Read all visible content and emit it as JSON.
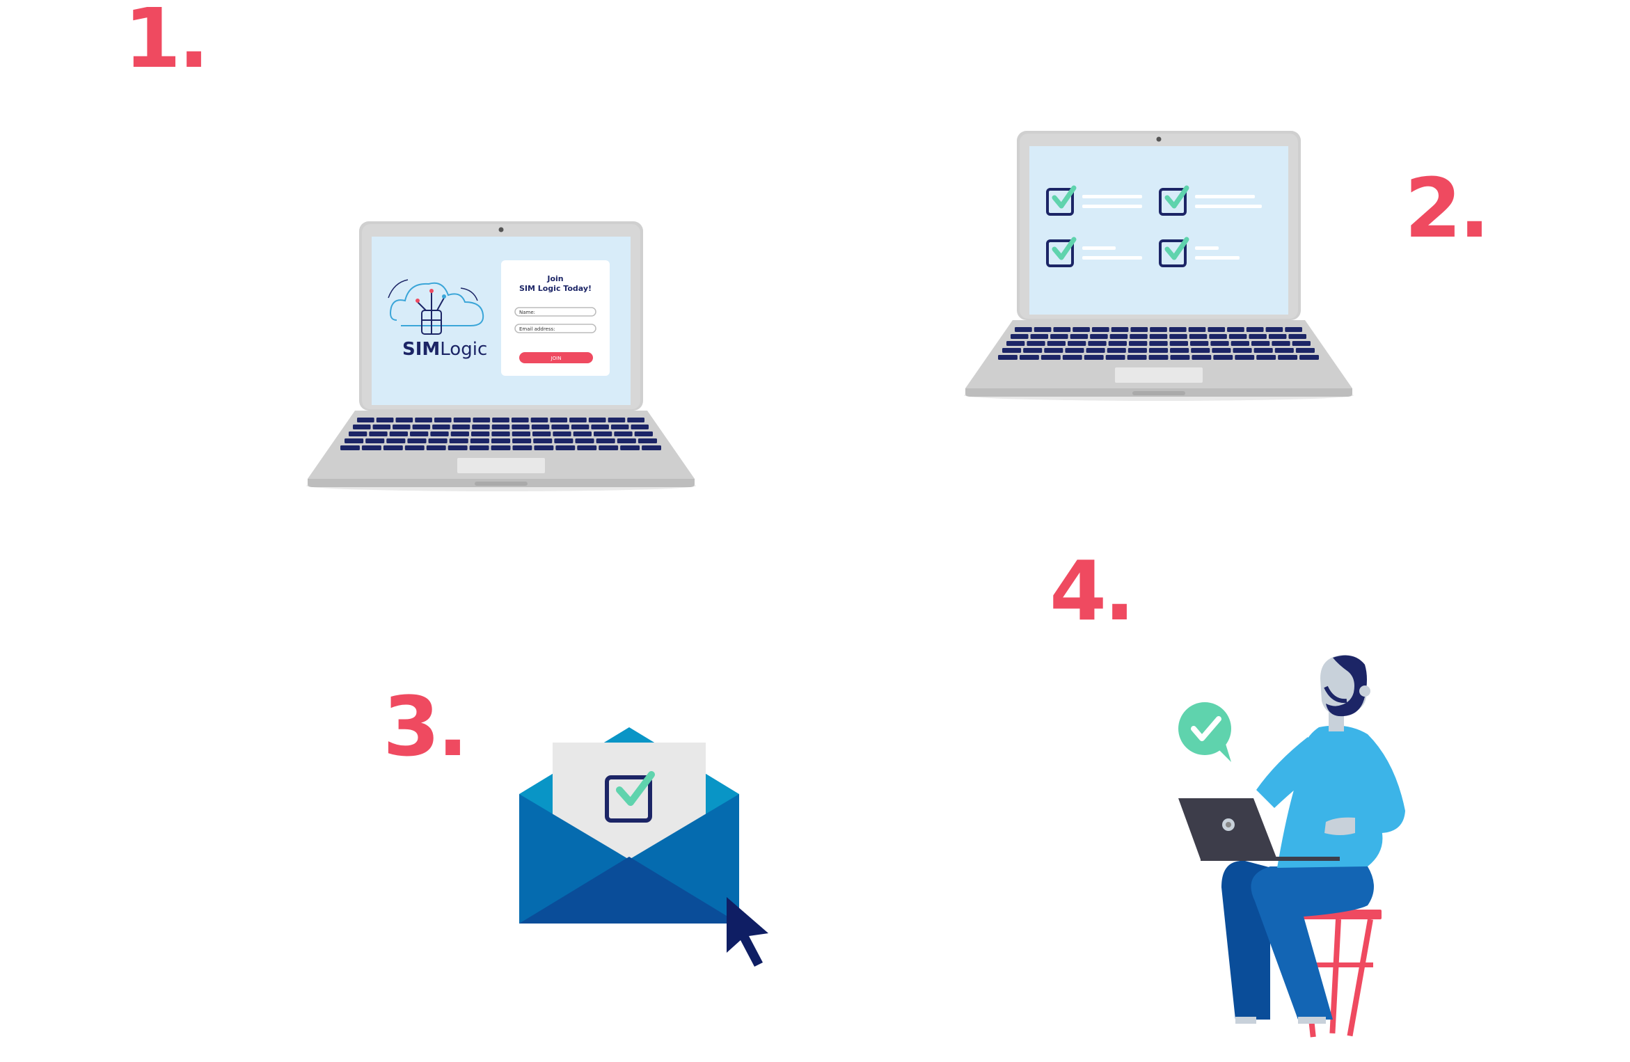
{
  "steps": [
    {
      "number": "1."
    },
    {
      "number": "2."
    },
    {
      "number": "3."
    },
    {
      "number": "4."
    }
  ],
  "signup": {
    "logo_text_bold": "SIM",
    "logo_text_regular": "Logic",
    "heading_line1": "Join",
    "heading_line2": "SIM Logic Today!",
    "name_placeholder": "Name:",
    "email_placeholder": "Email address:",
    "join_label": "JOIN"
  },
  "colors": {
    "accent": "#ef4a60",
    "navy": "#1c2566",
    "screen": "#d8ecf9",
    "check": "#5fd3ad",
    "envelope": "#086bb0",
    "shirt": "#3cb4e8"
  },
  "icons": [
    "laptop-icon",
    "checklist-icon",
    "envelope-icon",
    "cursor-icon",
    "check-icon",
    "person-illustration"
  ]
}
